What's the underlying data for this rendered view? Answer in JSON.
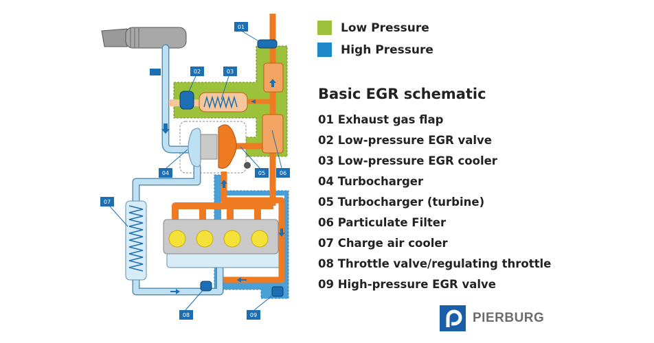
{
  "legend": [
    {
      "label": "Low Pressure",
      "color": "#9cc13b"
    },
    {
      "label": "High Pressure",
      "color": "#1f88c9"
    }
  ],
  "title": "Basic EGR schematic",
  "parts": [
    "01 Exhaust gas flap",
    "02 Low-pressure EGR valve",
    "03 Low-pressure EGR cooler",
    "04 Turbocharger",
    "05 Turbocharger (turbine)",
    "06 Particulate Filter",
    "07 Charge air cooler",
    "08 Throttle valve/regulating throttle",
    "09 High-pressure EGR valve"
  ],
  "tags": [
    "01",
    "02",
    "03",
    "04",
    "05",
    "06",
    "07",
    "08",
    "09"
  ],
  "logo": {
    "brand": "PIERBURG"
  },
  "colors": {
    "intake": "#bfe0f2",
    "intake_stroke": "#5b8fb0",
    "exhaust": "#ee7a22",
    "cylinder": "#f4e23a",
    "engine": "#c9c9c9",
    "tag": "#1c6fb3"
  }
}
